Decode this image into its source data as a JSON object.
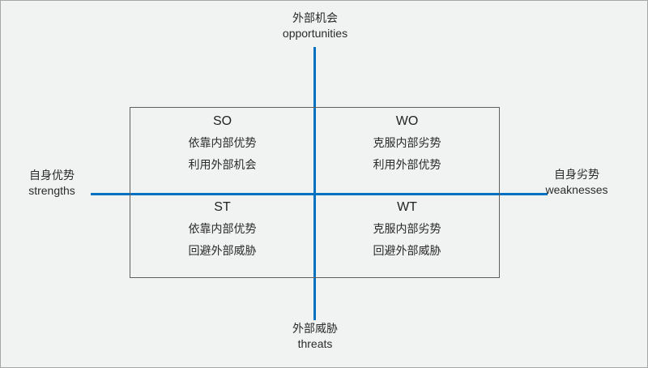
{
  "axes": {
    "top": {
      "zh": "外部机会",
      "en": "opportunities"
    },
    "bottom": {
      "zh": "外部威胁",
      "en": "threats"
    },
    "left": {
      "zh": "自身优势",
      "en": "strengths"
    },
    "right": {
      "zh": "自身劣势",
      "en": "weaknesses"
    }
  },
  "quadrants": [
    {
      "code": "SO",
      "line1": "依靠内部优势",
      "line2": "利用外部机会"
    },
    {
      "code": "WO",
      "line1": "克服内部劣势",
      "line2": "利用外部优势"
    },
    {
      "code": "ST",
      "line1": "依靠内部优势",
      "line2": "回避外部威胁"
    },
    {
      "code": "WT",
      "line1": "克服内部劣势",
      "line2": "回避外部威胁"
    }
  ],
  "colors": {
    "axis_line": "#0070c0",
    "box_border": "#5f5f5f",
    "background": "#f1f2f2",
    "canvas_border": "#a6a6a6",
    "text": "#2b2b2b"
  }
}
